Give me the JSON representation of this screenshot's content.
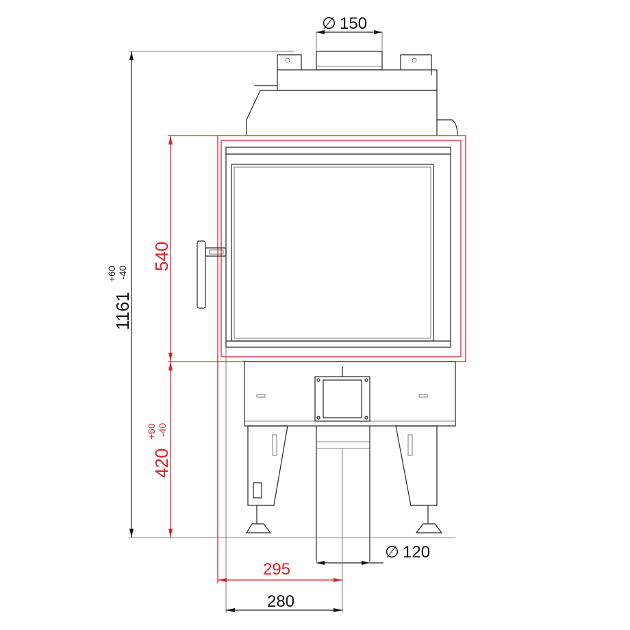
{
  "dimensions": {
    "flue_top": "150",
    "total_height": "1161",
    "total_height_tol_plus": "+60",
    "total_height_tol_minus": "-40",
    "door_height": "540",
    "base_height": "420",
    "base_height_tol_plus": "+60",
    "base_height_tol_minus": "-40",
    "pipe_bottom": "120",
    "offset_red": "295",
    "offset_black": "280",
    "diameter_symbol": "∅"
  },
  "colors": {
    "dimension_red": "#e0202a",
    "outline": "#222222"
  }
}
